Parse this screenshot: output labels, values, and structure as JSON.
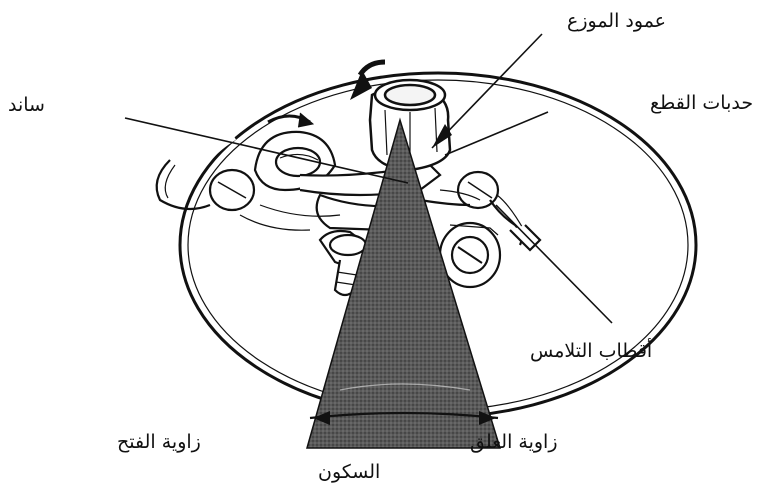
{
  "labels": {
    "distributor_shaft": "عمود الموزع",
    "cam_lobes": "حدبات القطع",
    "support": "ساند",
    "contact_points": "أقطاب التلامس",
    "opening_angle": "زاوية الفتح",
    "closing_angle": "زاوية الغلق",
    "dwell": "السكون"
  },
  "colors": {
    "line": "#111111",
    "shade": "#555555",
    "background": "#ffffff"
  }
}
